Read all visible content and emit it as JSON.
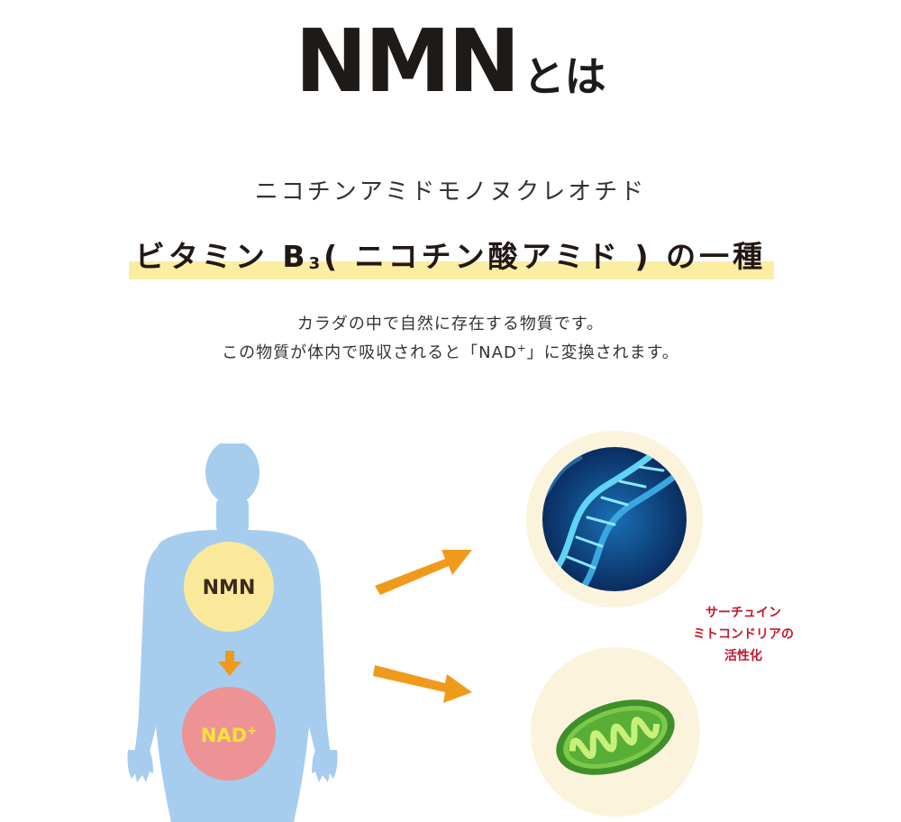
{
  "header": {
    "title_main": "NMN",
    "title_sub": "とは"
  },
  "subtitle": "ニコチンアミドモノヌクレオチド",
  "tagline": {
    "before": "ビタミン B",
    "sub": "3",
    "after": "( ニコチン酸アミド ) の一種"
  },
  "description": {
    "line1": "カラダの中で自然に存在する物質です。",
    "line2_before": "この物質が体内で吸収されると「NAD",
    "line2_sup": "+",
    "line2_after": "」に変換されます。"
  },
  "diagram": {
    "nmn_label": "NMN",
    "nad_label": "NAD",
    "nad_sup": "+",
    "side_line1": "サーチュイン",
    "side_line2": "ミトコンドリアの",
    "side_line3": "活性化"
  },
  "colors": {
    "body": "#a6cdee",
    "nmn_circle": "#fbe99b",
    "nad_circle": "#ee9395",
    "arrow": "#f09a1c",
    "highlight": "#fbeea2",
    "circle_bg": "#fcf3dd",
    "accent_red": "#c8172b"
  }
}
